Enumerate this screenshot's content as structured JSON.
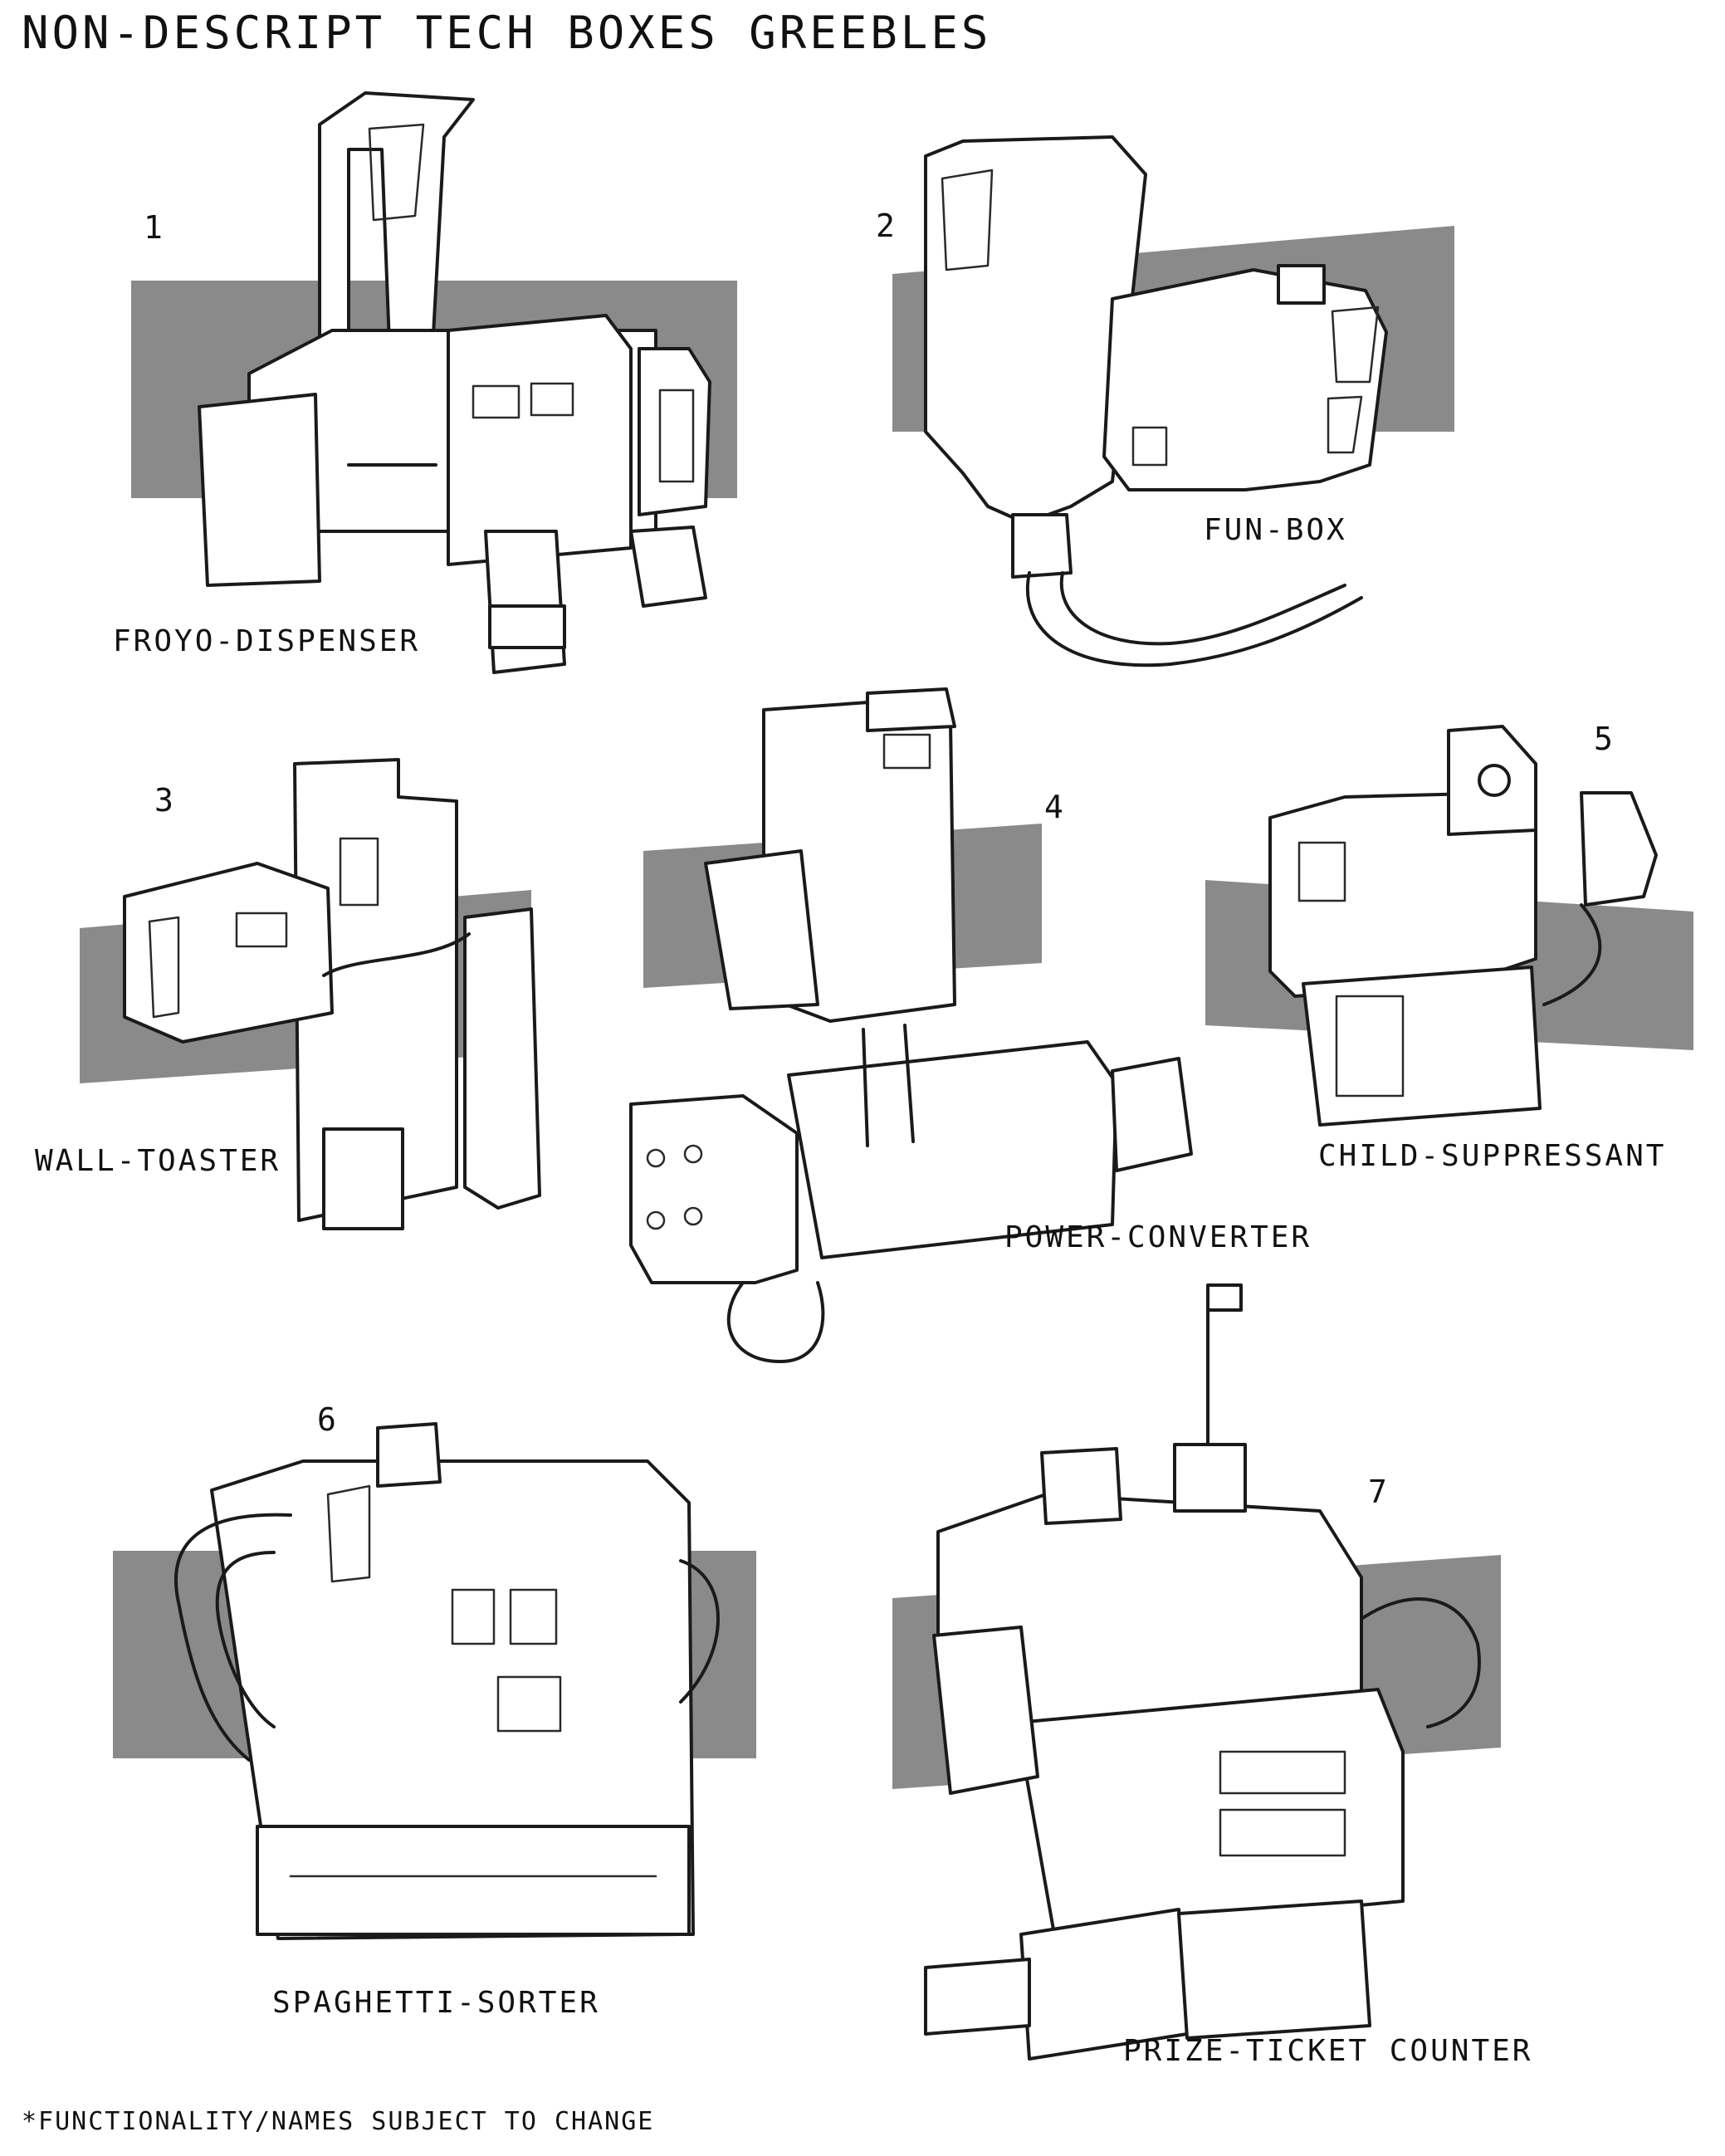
{
  "title": "NON-DESCRIPT TECH BOXES GREEBLES",
  "footnote": "*FUNCTIONALITY/NAMES SUBJECT TO CHANGE",
  "colors": {
    "background_panel": "#8a8a8a",
    "ink": "#1a1a1a",
    "paper": "#ffffff"
  },
  "items": [
    {
      "number": "1",
      "name": "FROYO-DISPENSER"
    },
    {
      "number": "2",
      "name": "FUN-BOX"
    },
    {
      "number": "3",
      "name": "WALL-TOASTER"
    },
    {
      "number": "4",
      "name": "POWER-CONVERTER"
    },
    {
      "number": "5",
      "name": "CHILD-SUPPRESSANT"
    },
    {
      "number": "6",
      "name": "SPAGHETTI-SORTER"
    },
    {
      "number": "7",
      "name": "PRIZE-TICKET COUNTER"
    }
  ]
}
